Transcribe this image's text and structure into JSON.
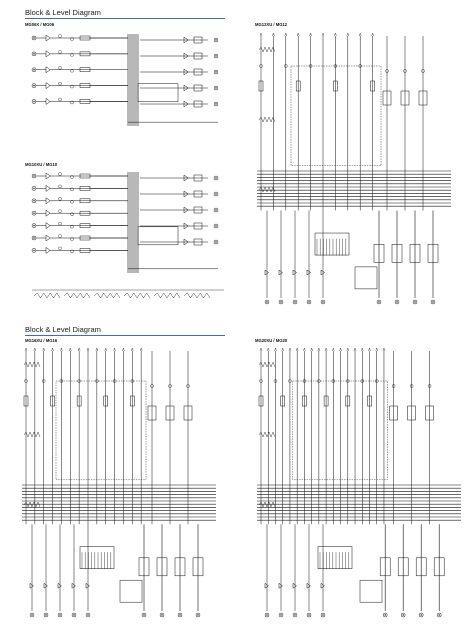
{
  "section_titles": {
    "top": "Block & Level Diagram",
    "bottom": "Block & Level Diagram"
  },
  "colors": {
    "accent_rule": "#3d6fb8",
    "ink": "#111111"
  },
  "diagrams": {
    "mg06": {
      "label": "MG06X / MG06"
    },
    "mg10": {
      "label": "MG10XU / MG10"
    },
    "mg12": {
      "label": "MG12XU / MG12"
    },
    "mg16": {
      "label": "MG16XU / MG16"
    },
    "mg20": {
      "label": "MG20XU / MG20"
    }
  }
}
